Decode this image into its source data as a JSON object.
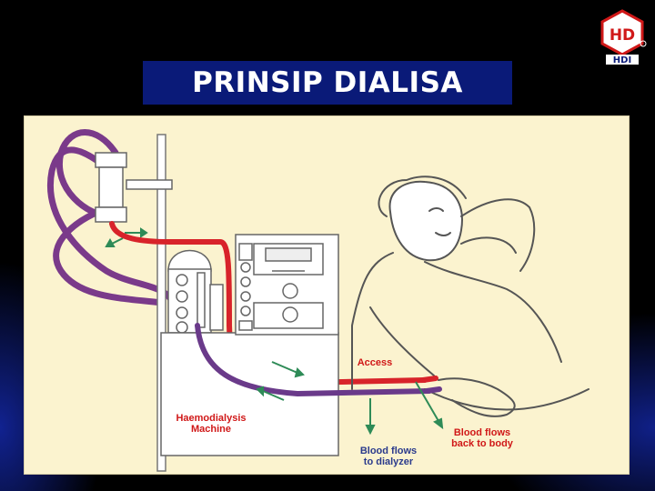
{
  "slide": {
    "title": "PRINSIP DIALISA",
    "logo_text": "HD",
    "logo_subtext": "HDI"
  },
  "diagram": {
    "labels": {
      "access": "Access",
      "machine_line1": "Haemodialysis",
      "machine_line2": "Machine",
      "to_dialyzer_line1": "Blood flows",
      "to_dialyzer_line2": "to dialyzer",
      "back_to_body_line1": "Blood flows",
      "back_to_body_line2": "back to body"
    },
    "colors": {
      "arterial_line": "#d8232a",
      "venous_line": "#6a3a8a",
      "arrow": "#2e8b57",
      "panel_background": "#fbf3cf"
    }
  }
}
